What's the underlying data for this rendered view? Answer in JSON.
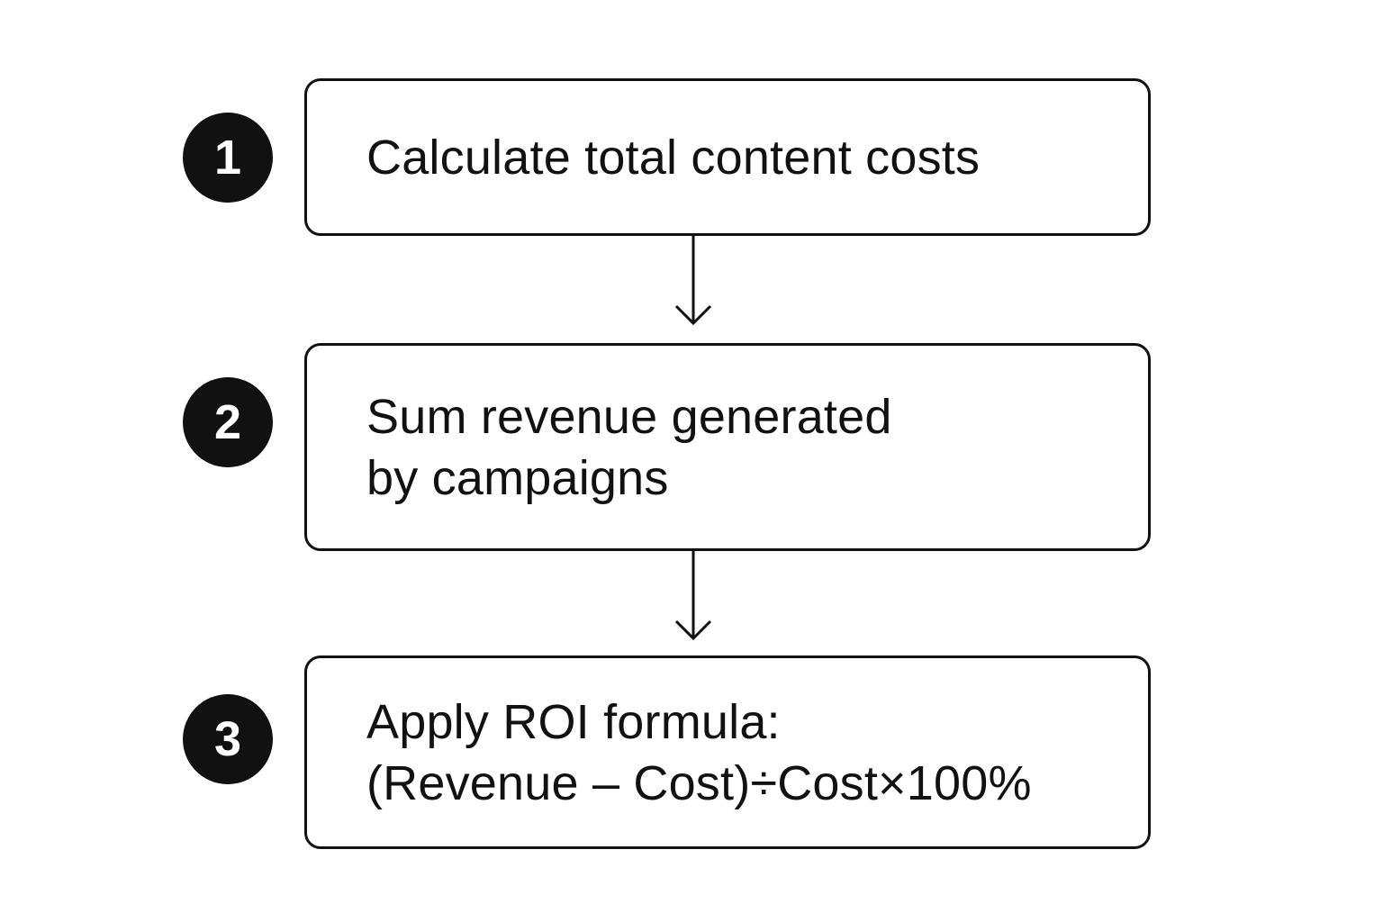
{
  "steps": [
    {
      "number": "1",
      "lines": [
        "Calculate total content costs"
      ]
    },
    {
      "number": "2",
      "lines": [
        "Sum revenue generated",
        "by campaigns"
      ]
    },
    {
      "number": "3",
      "lines": [
        "Apply ROI formula:",
        "(Revenue – Cost)÷Cost×100%"
      ]
    }
  ],
  "colors": {
    "ink": "#111111",
    "background": "#ffffff"
  }
}
